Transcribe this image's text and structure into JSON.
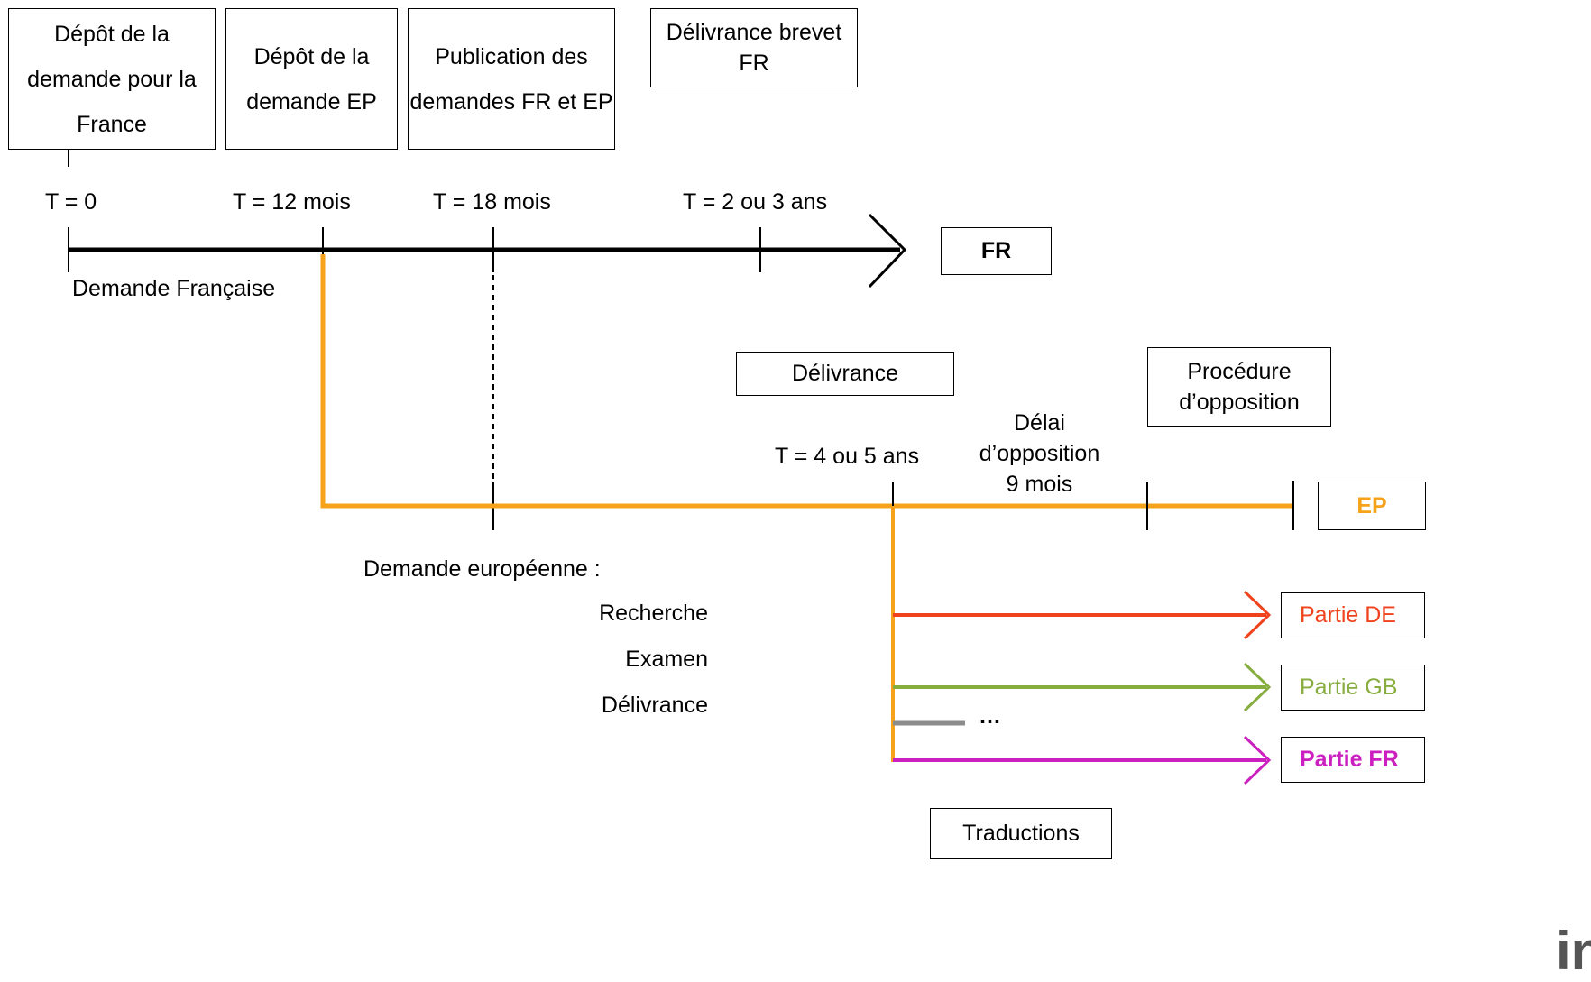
{
  "top_boxes": {
    "depot_fr": "Dépôt de la demande pour la France",
    "depot_ep": "Dépôt de la demande EP",
    "publication": "Publication des demandes FR et EP",
    "delivrance_fr": "Délivrance brevet FR"
  },
  "timeline_labels": {
    "t0": "T = 0",
    "t12": "T = 12 mois",
    "t18": "T = 18 mois",
    "t2_3": "T = 2 ou 3 ans",
    "t4_5": "T = 4 ou 5 ans"
  },
  "fr_line": {
    "label": "Demande Française",
    "end_box": "FR"
  },
  "ep_line": {
    "delivrance_box": "Délivrance",
    "delai_line1": "Délai",
    "delai_line2": "d’opposition",
    "delai_line3": "9 mois",
    "opposition_box_line1": "Procédure",
    "opposition_box_line2": "d’opposition",
    "end_box": "EP"
  },
  "ep_steps": {
    "title": "Demande européenne :",
    "step1": "Recherche",
    "step2": "Examen",
    "step3": "Délivrance"
  },
  "national_parts": {
    "de": "Partie DE",
    "gb": "Partie GB",
    "fr": "Partie FR",
    "ellipsis": "…",
    "translations_box": "Traductions"
  },
  "logo_text": "in",
  "colors": {
    "fr_timeline": "#000000",
    "ep_timeline": "#f7a21b",
    "de": "#f0431d",
    "gb": "#86ad3e",
    "fr_part": "#cc1fbf",
    "other": "#8c8c8c"
  }
}
